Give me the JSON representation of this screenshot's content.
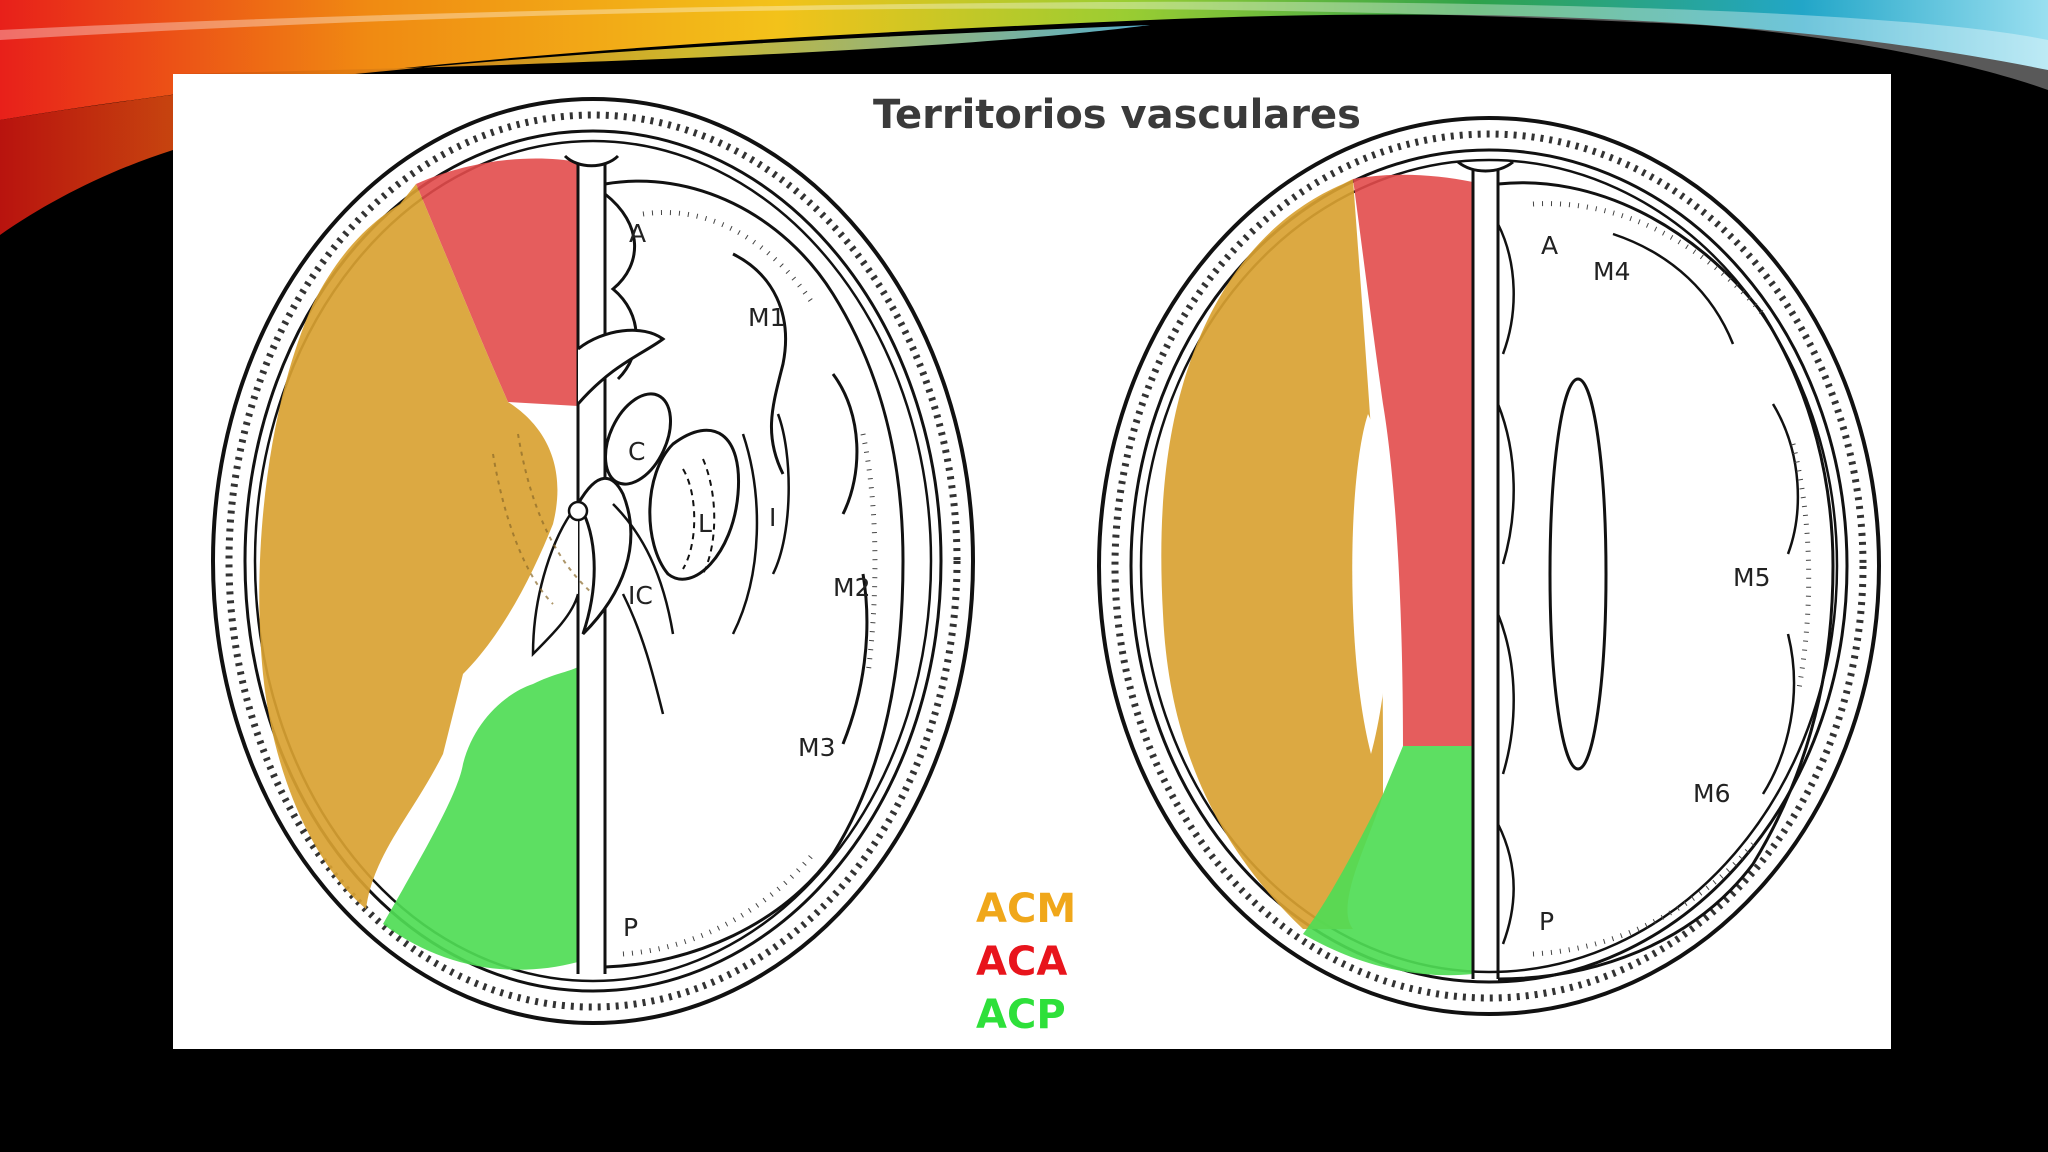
{
  "slide": {
    "title": "Territorios vasculares",
    "colors": {
      "acm": "#d9a232",
      "aca": "#e24b4b",
      "acp": "#4fdc55"
    }
  },
  "legend": [
    {
      "label": "ACM",
      "color": "#f0a71a"
    },
    {
      "label": "ACA",
      "color": "#e8141c"
    },
    {
      "label": "ACP",
      "color": "#2ee03a"
    }
  ],
  "left_brain": {
    "labels": {
      "a": "A",
      "m1": "M1",
      "c": "C",
      "l": "L",
      "i": "I",
      "ic": "IC",
      "m2": "M2",
      "m3": "M3",
      "p": "P"
    }
  },
  "right_brain": {
    "labels": {
      "a": "A",
      "m4": "M4",
      "m5": "M5",
      "m6": "M6",
      "p": "P"
    }
  }
}
